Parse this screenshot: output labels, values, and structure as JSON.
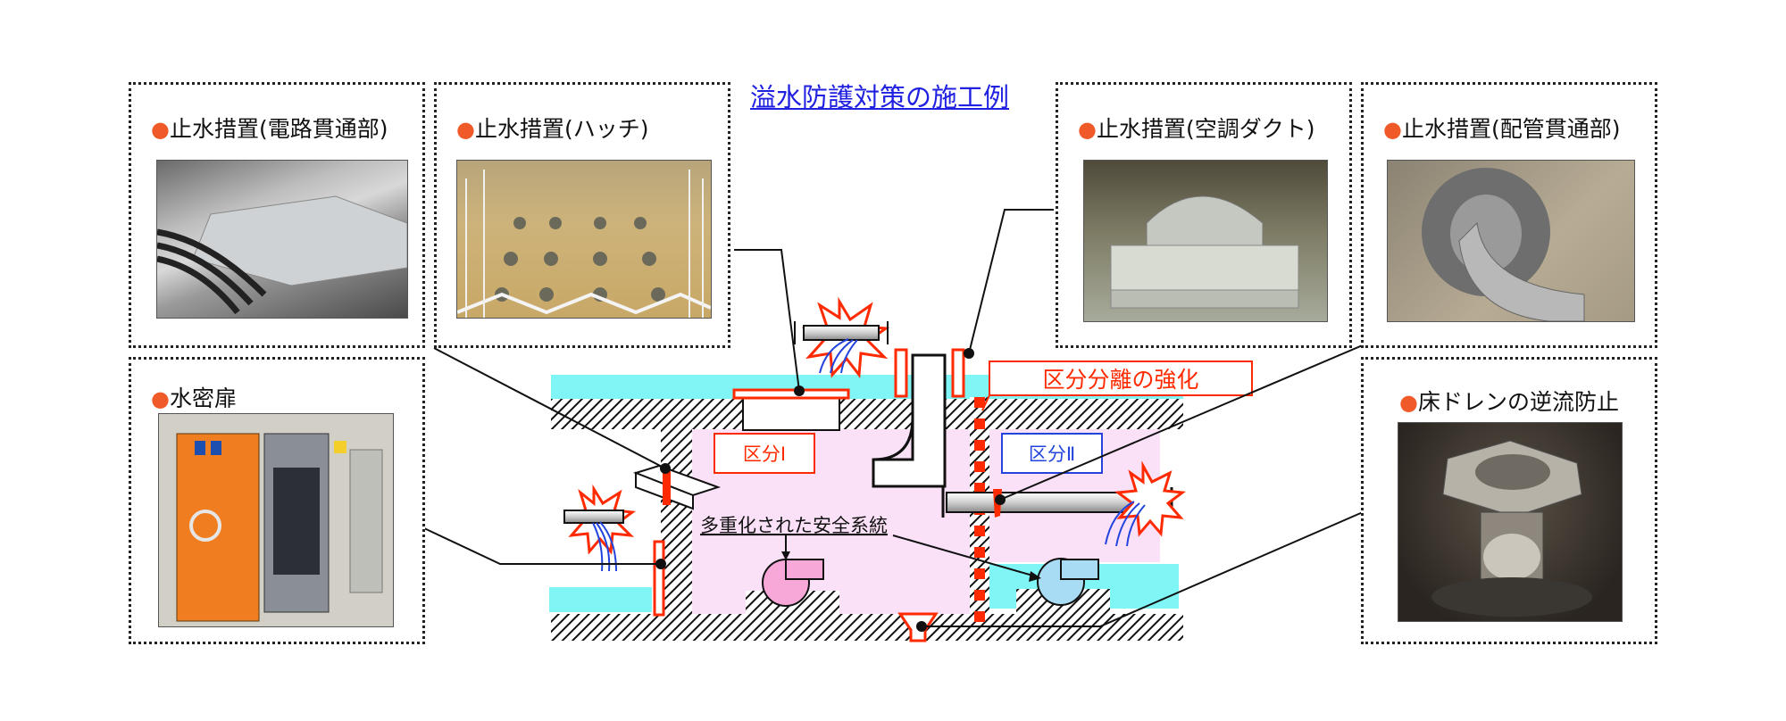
{
  "title": "溢水防護対策の施工例",
  "panels": {
    "cable": "止水措置(電路貫通部)",
    "hatch": "止水措置(ハッチ)",
    "duct": "止水措置(空調ダクト)",
    "pipe": "止水措置(配管貫通部)",
    "door": "水密扉",
    "drain": "床ドレンの逆流防止"
  },
  "bullet": "●",
  "labels": {
    "separation": "区分分離の強化",
    "zone1": "区分Ⅰ",
    "zone2": "区分Ⅱ",
    "safety": "多重化された安全系統"
  },
  "colors": {
    "water": "#7ff5f5",
    "zone_fill": "#fbe1f7",
    "seal": "#ff2a00",
    "zone2_text": "#2244dd",
    "title": "#2020e0",
    "pump1": "#f7a8d8",
    "pump2": "#a8dcf5"
  },
  "icons": [
    "leak-burst-icon",
    "pump-icon",
    "duct-elbow-icon",
    "floor-drain-icon"
  ]
}
